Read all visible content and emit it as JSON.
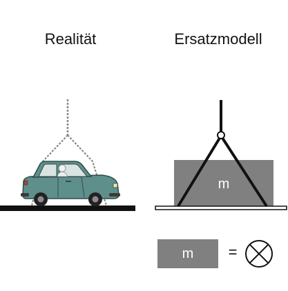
{
  "titles": {
    "left": "Realität",
    "right": "Ersatzmodell"
  },
  "model": {
    "mass_label": "m"
  },
  "equivalence": {
    "mass_label": "m",
    "equals": "="
  },
  "icons": {
    "car": "car-icon",
    "mass_point": "mass-point-icon"
  },
  "colors": {
    "block_gray": "#808080",
    "car_body": "#5f8f8b",
    "ground": "#111111"
  }
}
